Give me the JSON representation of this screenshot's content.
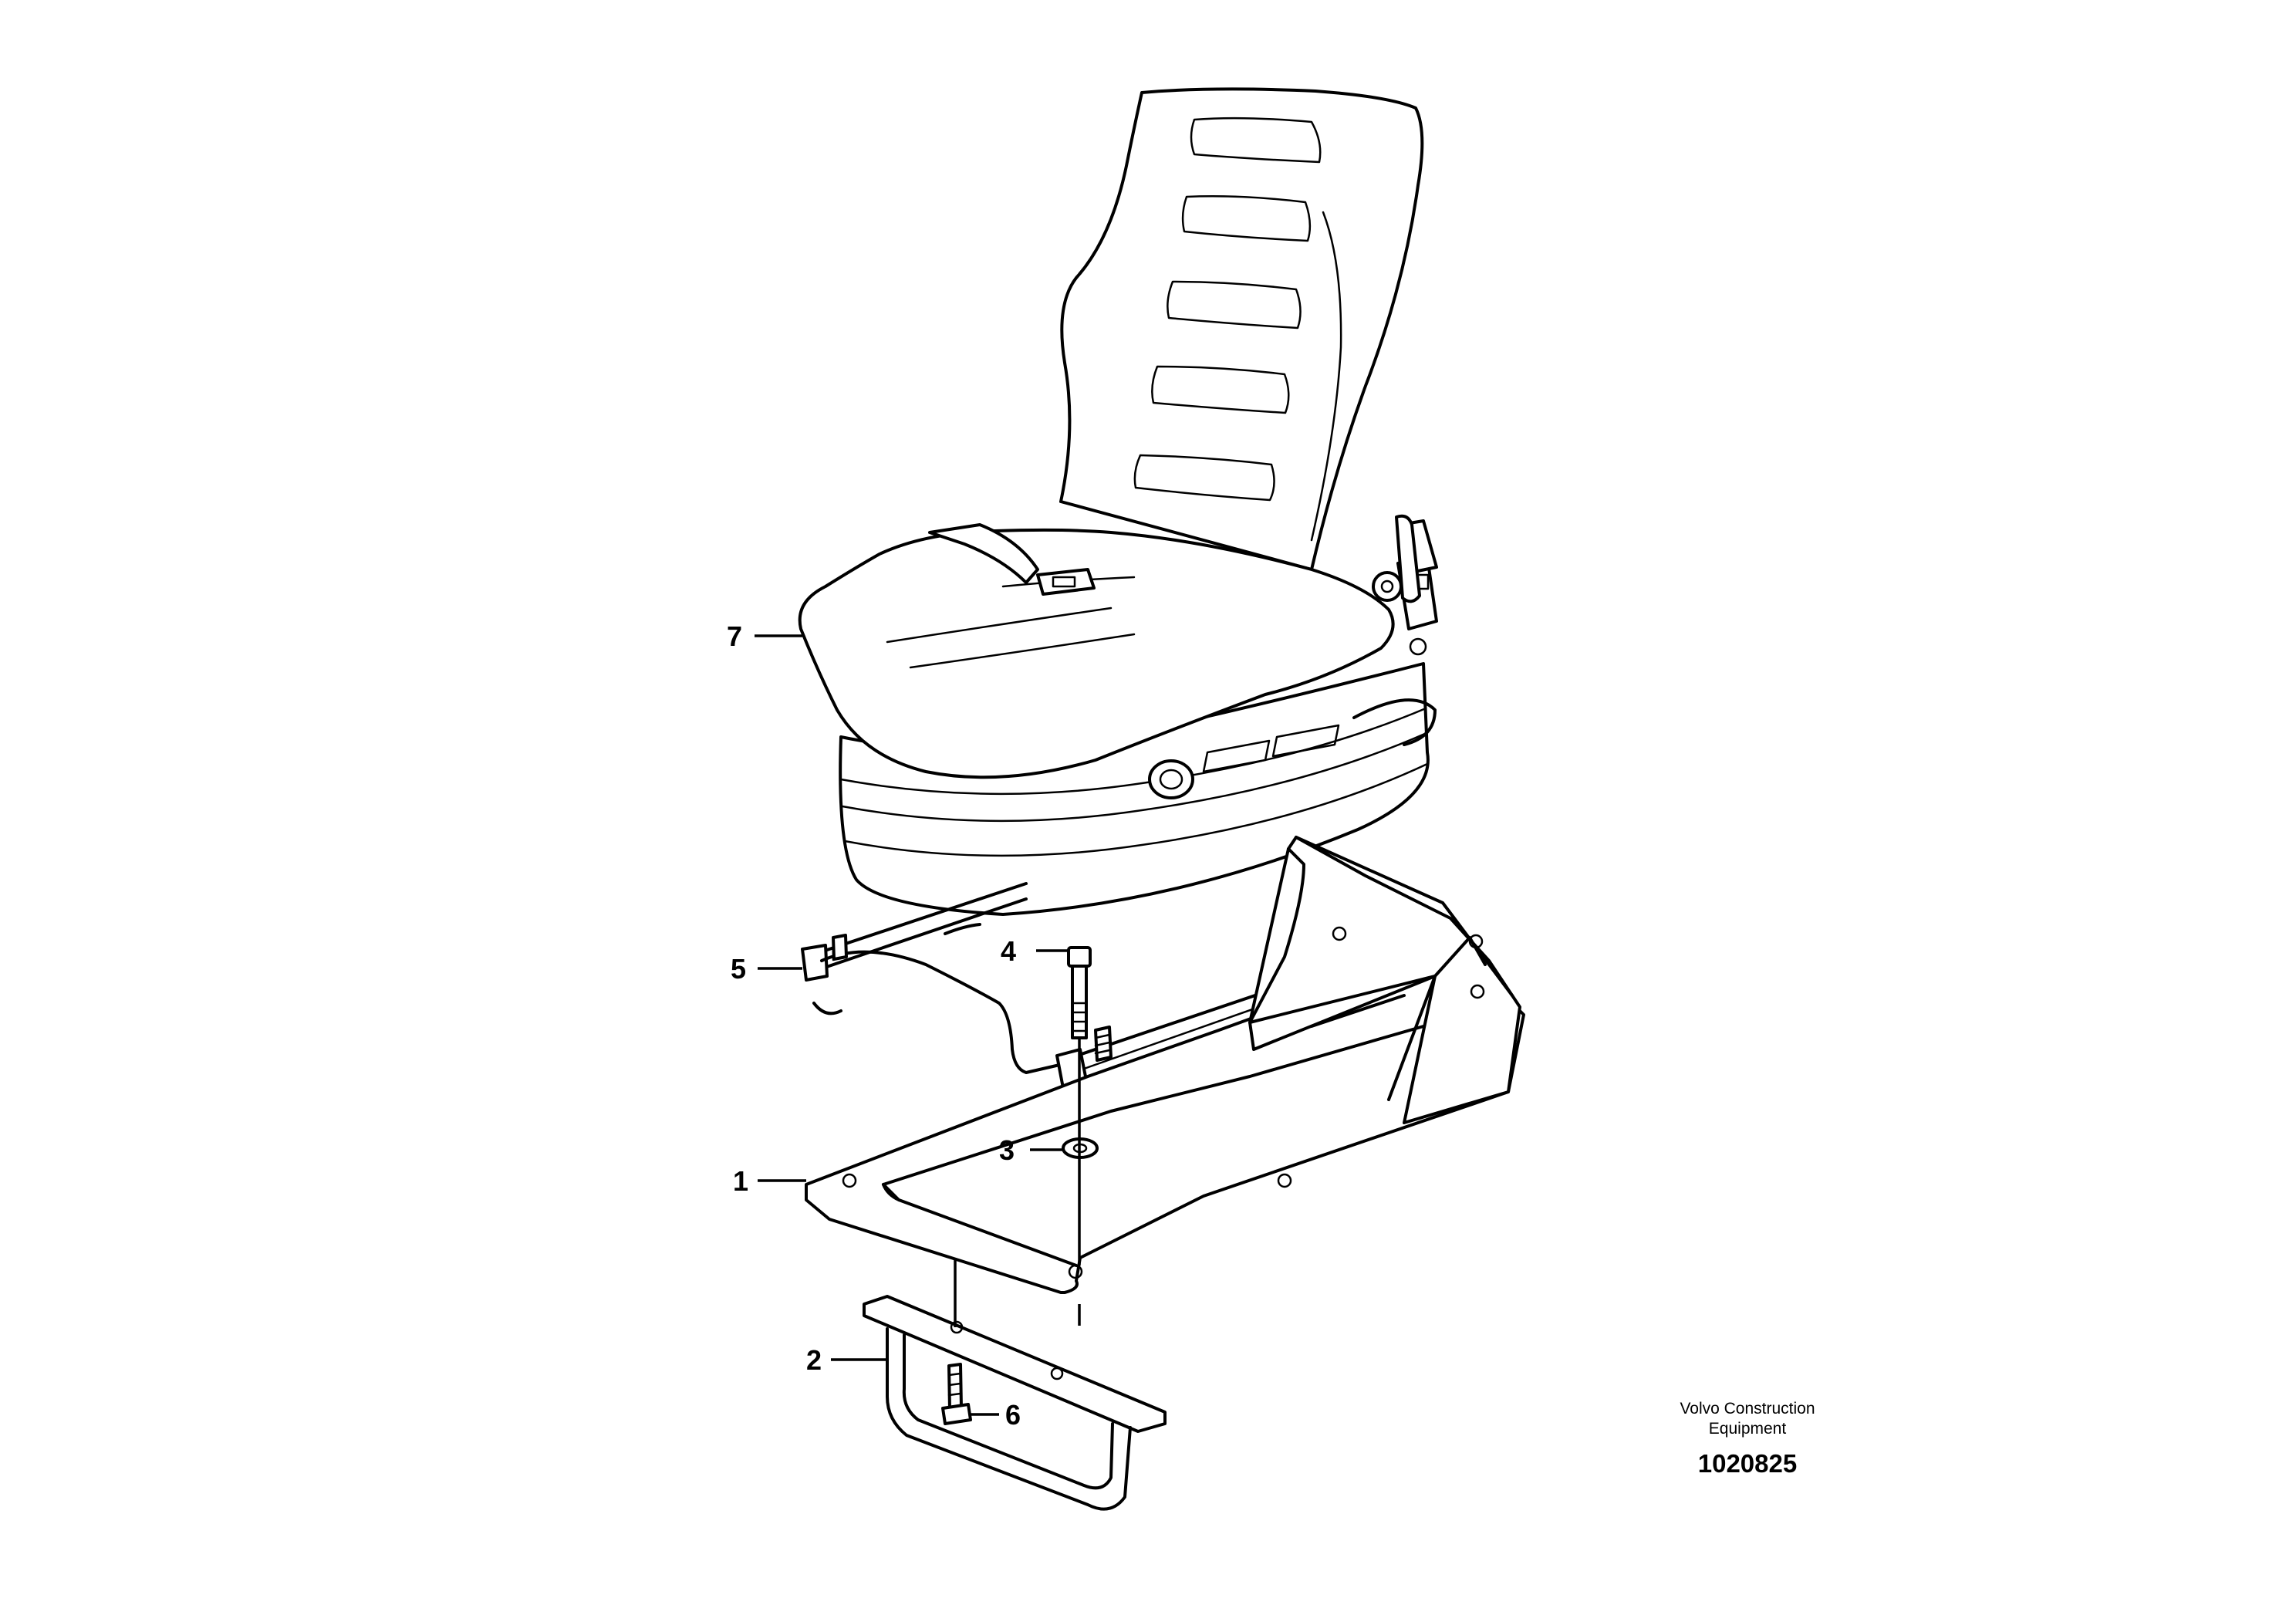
{
  "callouts": {
    "c1": "1",
    "c2": "2",
    "c3": "3",
    "c4": "4",
    "c5": "5",
    "c6": "6",
    "c7": "7"
  },
  "caption": {
    "line1": "Volvo Construction",
    "line2": "Equipment",
    "drawing_number": "1020825"
  }
}
